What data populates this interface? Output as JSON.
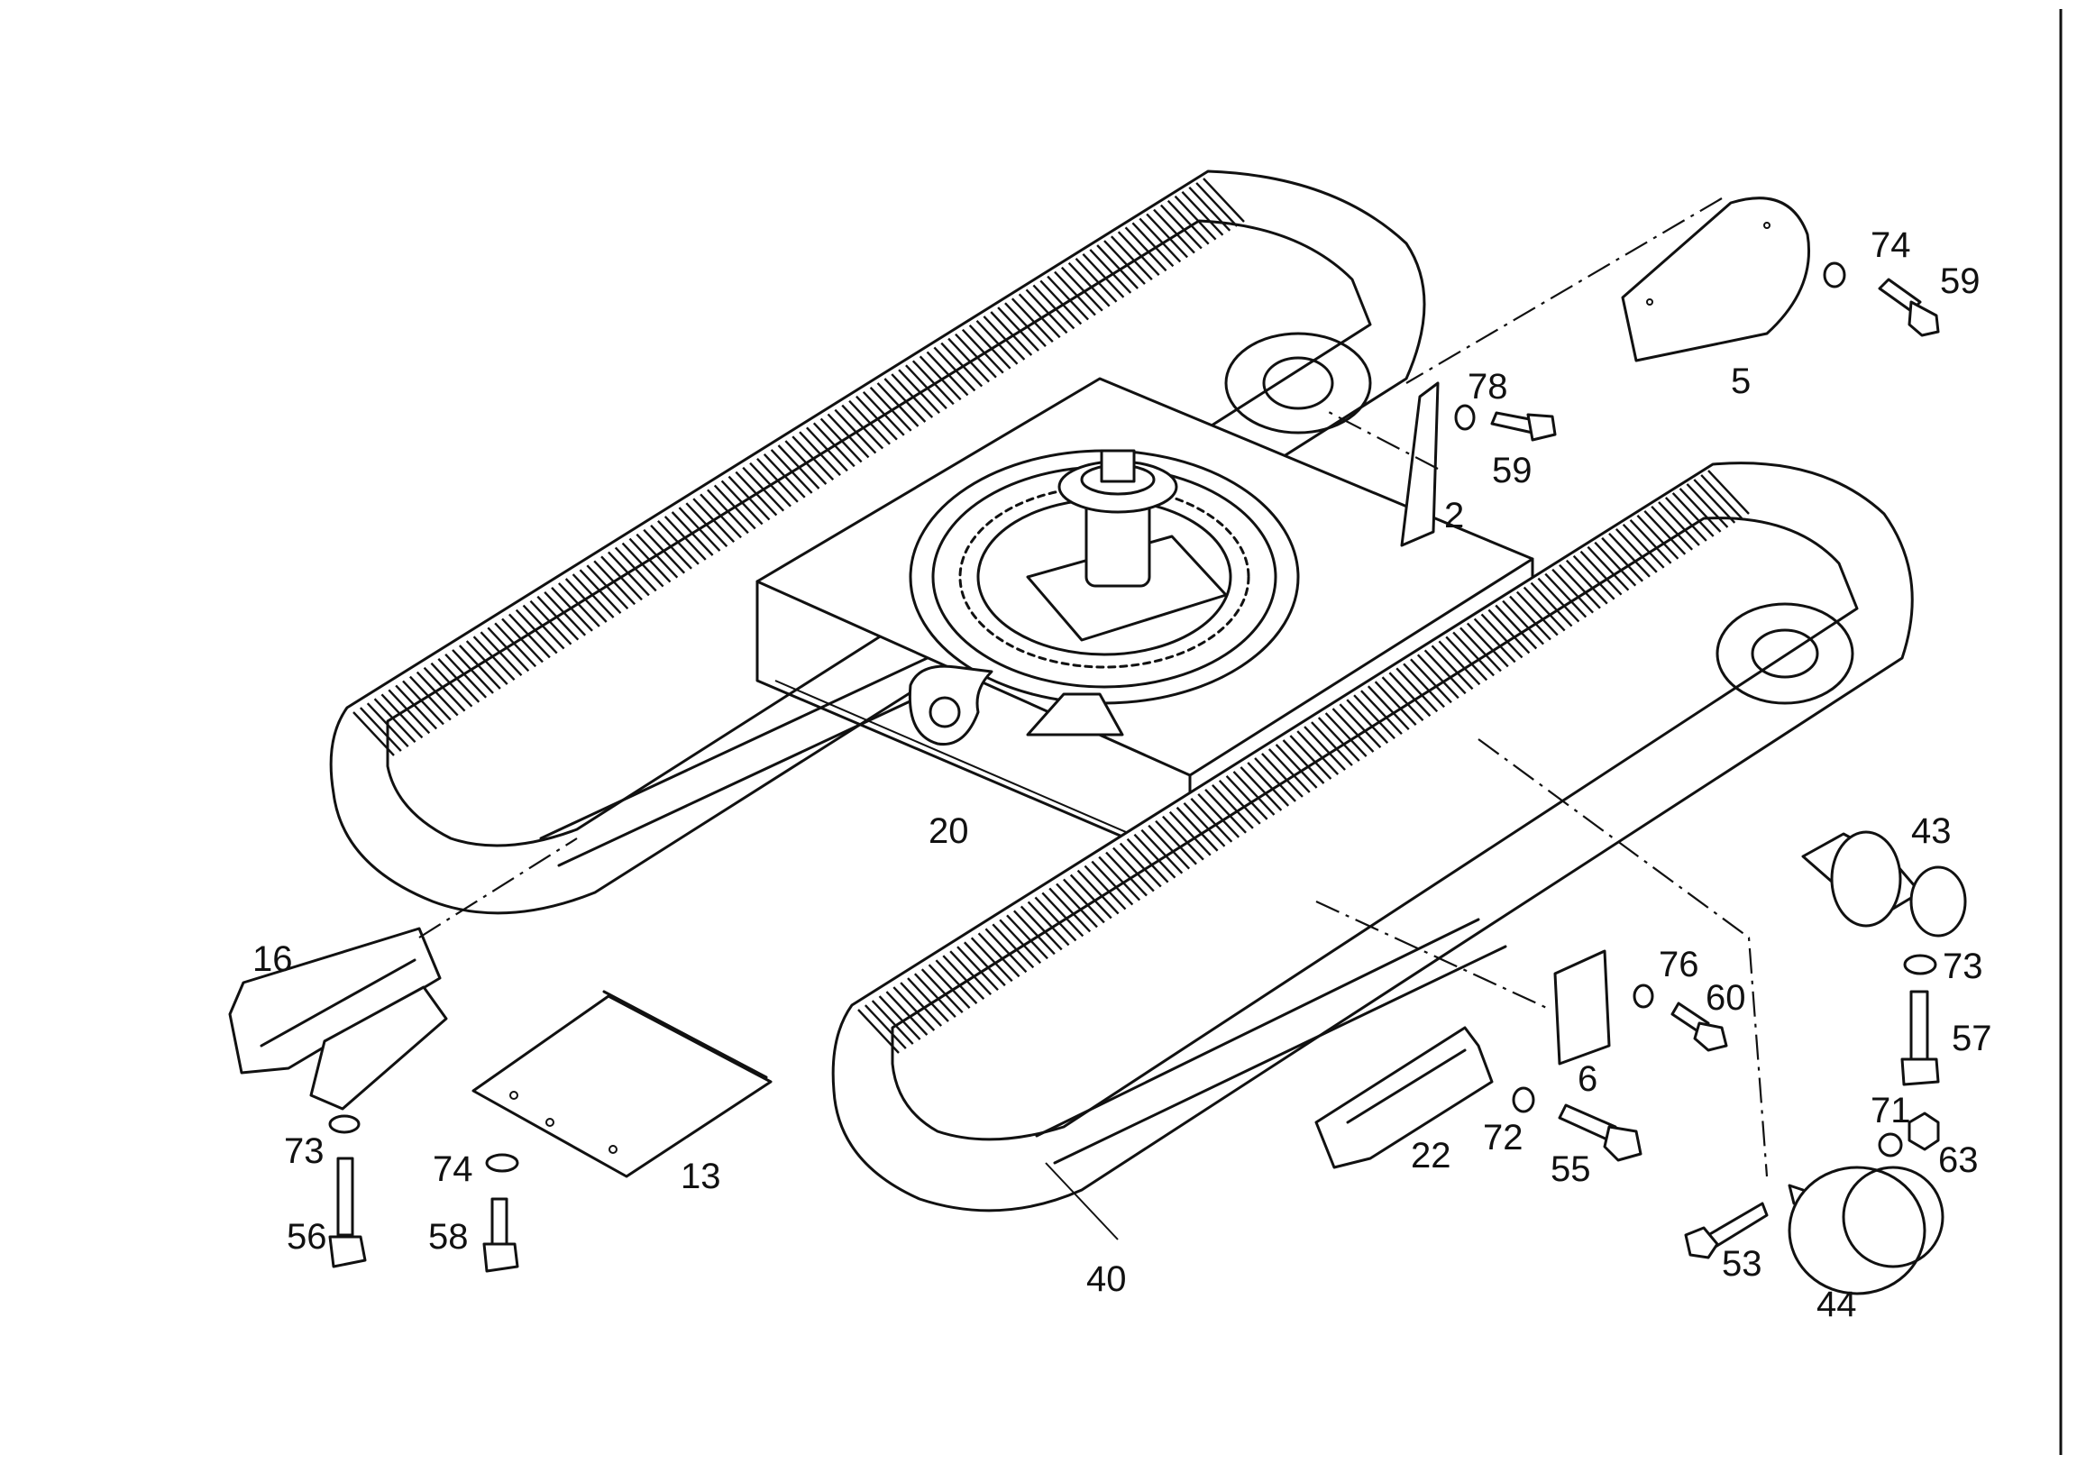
{
  "diagram": {
    "line_color": "#111111",
    "background": "#ffffff",
    "callouts": [
      {
        "id": "p5",
        "label": "5"
      },
      {
        "id": "p74a",
        "label": "74"
      },
      {
        "id": "p59a",
        "label": "59"
      },
      {
        "id": "p78",
        "label": "78"
      },
      {
        "id": "p59b",
        "label": "59"
      },
      {
        "id": "p2",
        "label": "2"
      },
      {
        "id": "p20",
        "label": "20"
      },
      {
        "id": "p43",
        "label": "43"
      },
      {
        "id": "p73a",
        "label": "73"
      },
      {
        "id": "p57",
        "label": "57"
      },
      {
        "id": "p76",
        "label": "76"
      },
      {
        "id": "p60",
        "label": "60"
      },
      {
        "id": "p6",
        "label": "6"
      },
      {
        "id": "p71",
        "label": "71"
      },
      {
        "id": "p63",
        "label": "63"
      },
      {
        "id": "p72",
        "label": "72"
      },
      {
        "id": "p22",
        "label": "22"
      },
      {
        "id": "p55",
        "label": "55"
      },
      {
        "id": "p53",
        "label": "53"
      },
      {
        "id": "p44",
        "label": "44"
      },
      {
        "id": "p40",
        "label": "40"
      },
      {
        "id": "p16",
        "label": "16"
      },
      {
        "id": "p73b",
        "label": "73"
      },
      {
        "id": "p56",
        "label": "56"
      },
      {
        "id": "p74b",
        "label": "74"
      },
      {
        "id": "p58",
        "label": "58"
      },
      {
        "id": "p13",
        "label": "13"
      }
    ]
  }
}
